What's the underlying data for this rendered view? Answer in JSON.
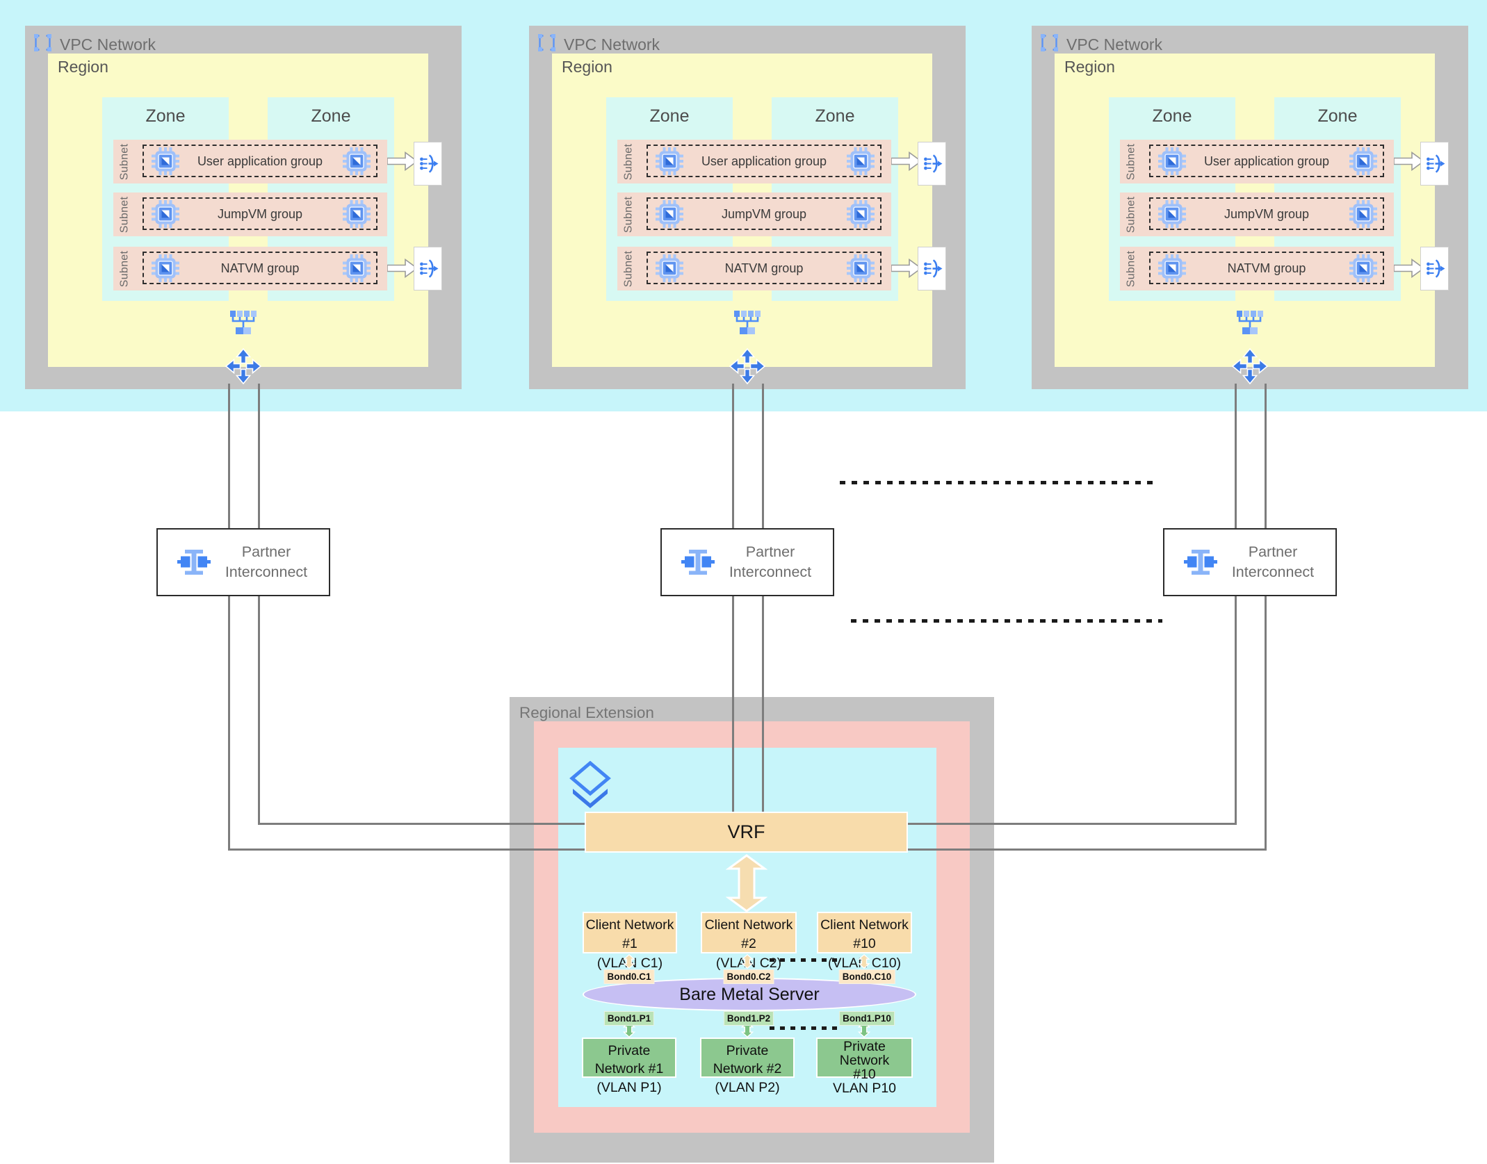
{
  "colors": {
    "top_band": "#c7f5fa",
    "vpc_gray": "#c3c3c3",
    "region_yellow": "#fbfbc8",
    "zone_cyan": "#d7f9f3",
    "subnet_pink": "#f4dbd0",
    "extension_pink": "#f8c9c4",
    "extension_cyan": "#c7f5fa",
    "orange": "#f8dcab",
    "server_purple": "#c6bff3",
    "private_green": "#8cc88f",
    "line_gray": "#7d7d7d",
    "icon_blue": "#4285f4",
    "icon_blue_light": "#8ab4f8"
  },
  "icons": {
    "vpc": "vpc-network-icon",
    "vm": "vm-instance-chip-icon",
    "load_balancer": "load-balancer-icon",
    "instance_group": "instance-group-hub-icon",
    "move": "four-way-arrows-icon",
    "partner_interconnect": "partner-interconnect-icon",
    "stack": "stacked-layers-icon",
    "block_arrow": "right-block-arrow-icon",
    "double_arrow": "double-headed-arrow-icon"
  },
  "vpc_blocks": [
    {
      "title": "VPC Network",
      "region": "Region",
      "zones": [
        "Zone",
        "Zone"
      ],
      "subnets": [
        {
          "side": "Subnet",
          "group": "User application group"
        },
        {
          "side": "Subnet",
          "group": "JumpVM group"
        },
        {
          "side": "Subnet",
          "group": "NATVM group"
        }
      ]
    },
    {
      "title": "VPC Network",
      "region": "Region",
      "zones": [
        "Zone",
        "Zone"
      ],
      "subnets": [
        {
          "side": "Subnet",
          "group": "User application group"
        },
        {
          "side": "Subnet",
          "group": "JumpVM group"
        },
        {
          "side": "Subnet",
          "group": "NATVM group"
        }
      ]
    },
    {
      "title": "VPC Network",
      "region": "Region",
      "zones": [
        "Zone",
        "Zone"
      ],
      "subnets": [
        {
          "side": "Subnet",
          "group": "User application group"
        },
        {
          "side": "Subnet",
          "group": "JumpVM group"
        },
        {
          "side": "Subnet",
          "group": "NATVM group"
        }
      ]
    }
  ],
  "interconnects": [
    {
      "line1": "Partner",
      "line2": "Interconnect"
    },
    {
      "line1": "Partner",
      "line2": "Interconnect"
    },
    {
      "line1": "Partner",
      "line2": "Interconnect"
    }
  ],
  "regional_extension": {
    "title": "Regional Extension",
    "vrf_label": "VRF",
    "client_networks": [
      {
        "line1": "Client Network #1",
        "line2": "(VLAN C1)"
      },
      {
        "line1": "Client Network #2",
        "line2": "(VLAN C2)"
      },
      {
        "line1": "Client Network #10",
        "line2": "(VLAN C10)"
      }
    ],
    "bond0": [
      "Bond0.C1",
      "Bond0.C2",
      "Bond0.C10"
    ],
    "server": "Bare Metal Server",
    "bond1": [
      "Bond1.P1",
      "Bond1.P2",
      "Bond1.P10"
    ],
    "private_networks": [
      {
        "line1": "Private Network #1",
        "line2": "(VLAN P1)",
        "line3": ""
      },
      {
        "line1": "Private Network #2",
        "line2": "(VLAN P2)",
        "line3": ""
      },
      {
        "line1": "Private Network",
        "line2": "#10",
        "line3": "VLAN P10"
      }
    ]
  }
}
